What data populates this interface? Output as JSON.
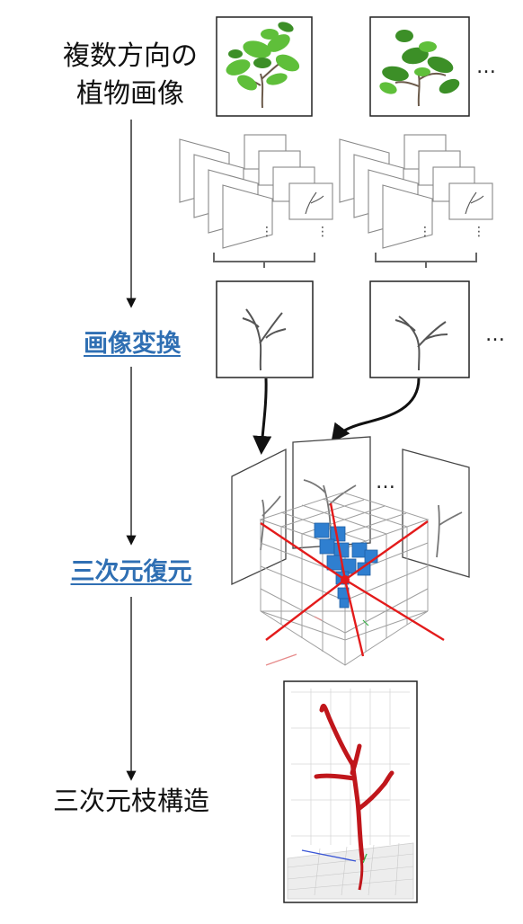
{
  "steps": [
    {
      "line1": "複数方向の",
      "line2": "植物画像"
    },
    {
      "label": "画像変換"
    },
    {
      "label": "三次元復元"
    },
    {
      "label": "三次元枝構造"
    }
  ],
  "ellipsis": "…",
  "colors": {
    "link": "#2f6fb3",
    "leaf": "#5fbf3a",
    "leaf_dark": "#3c8f27",
    "axis": "#e31b1b",
    "voxel": "#2f7fd0",
    "branch": "#c0161b",
    "grid": "#9a9a9a"
  },
  "icons": [
    "plant-image-icon",
    "network-stack-icon",
    "branch-sketch-icon",
    "voxel-grid-icon",
    "branch-structure-icon"
  ]
}
